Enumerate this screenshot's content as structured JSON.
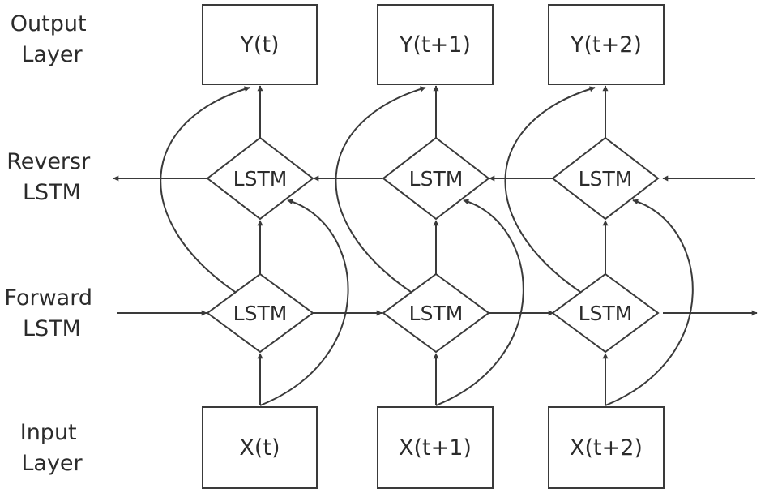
{
  "row_labels": {
    "output": [
      "Output",
      "Layer"
    ],
    "reverse": [
      "Reversr",
      "LSTM"
    ],
    "forward": [
      "Forward",
      "LSTM"
    ],
    "input": [
      "Input",
      "Layer"
    ]
  },
  "outputs": [
    "Y(t)",
    "Y(t+1)",
    "Y(t+2)"
  ],
  "inputs": [
    "X(t)",
    "X(t+1)",
    "X(t+2)"
  ],
  "lstm_label": "LSTM"
}
